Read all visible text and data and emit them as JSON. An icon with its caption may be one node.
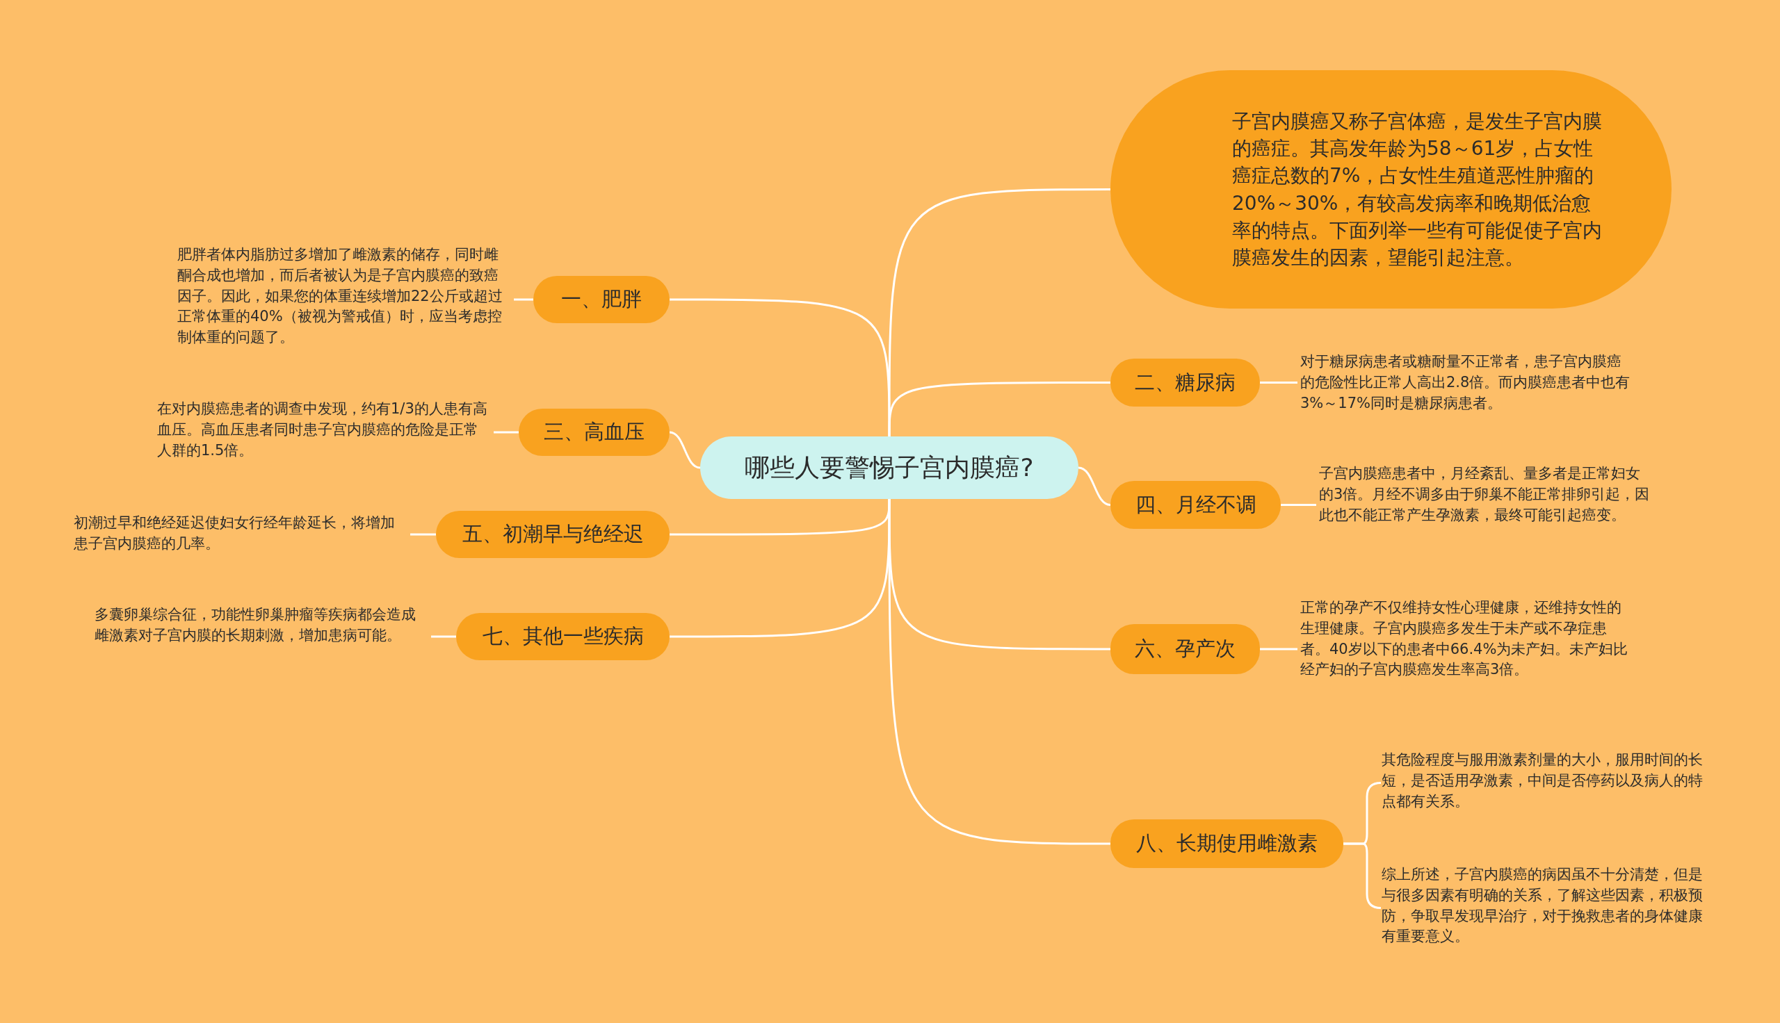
{
  "diagram": {
    "nodes": [
      {
        "text": [
          "哪些人要警惕子宫内膜癌?"
        ]
      },
      {
        "text": [
          "子宫内膜癌又称子宫体癌，是发生子宫内膜的癌症。其高发年龄为58～61岁，占女性癌症总数的7%，占女性生殖道恶性肿瘤的20%～30%，有较高发病率和晚期低治愈率的特点。下面列举一些有可能促使子宫内膜癌发生的因素，望能引起注意。"
        ]
      },
      {
        "text": [
          "一、肥胖"
        ]
      },
      {
        "text": [
          "肥胖者体内脂肪过多增加了雌激素的储存，同时雌酮合成也增加，而后者被认为是子宫内膜癌的致癌因子。因此，如果您的体重连续增加22公斤或超过正常体重的40%（被视为警戒值）时，应当考虑控制体重的问题了。"
        ]
      },
      {
        "text": [
          "二、糖尿病"
        ]
      },
      {
        "text": [
          "对于糖尿病患者或糖耐量不正常者，患子宫内膜癌的危险性比正常人高出2.8倍。而内膜癌患者中也有3%～17%同时是糖尿病患者。"
        ]
      },
      {
        "text": [
          "三、高血压"
        ]
      },
      {
        "text": [
          "在对内膜癌患者的调查中发现，约有1/3的人患有高血压。高血压患者同时患子宫内膜癌的危险是正常人群的1.5倍。"
        ]
      },
      {
        "text": [
          "四、月经不调"
        ]
      },
      {
        "text": [
          "子宫内膜癌患者中，月经紊乱、量多者是正常妇女的3倍。月经不调多由于卵巢不能正常排卵引起，因此也不能正常产生孕激素，最终可能引起癌变。"
        ]
      },
      {
        "text": [
          "五、初潮早与绝经迟"
        ]
      },
      {
        "text": [
          "初潮过早和绝经延迟使妇女行经年龄延长，将增加患子宫内膜癌的几率。"
        ]
      },
      {
        "text": [
          "六、孕产次"
        ]
      },
      {
        "text": [
          "正常的孕产不仅维持女性心理健康，还维持女性的生理健康。子宫内膜癌多发生于未产或不孕症患者。40岁以下的患者中66.4%为未产妇。未产妇比经产妇的子宫内膜癌发生率高3倍。"
        ]
      },
      {
        "text": [
          "七、其他一些疾病"
        ]
      },
      {
        "text": [
          "多囊卵巢综合征，功能性卵巢肿瘤等疾病都会造成雌激素对子宫内膜的长期刺激，增加患病可能。"
        ]
      },
      {
        "text": [
          "八、长期使用雌激素"
        ]
      },
      {
        "text": [
          "其危险程度与服用激素剂量的大小，服用时间的长短，是否适用孕激素，中间是否停药以及病人的特点都有关系。"
        ]
      },
      {
        "text": [
          "综上所述，子宫内膜癌的病因虽不十分清楚，但是与很多因素有明确的关系，了解这些因素，积极预防，争取早发现早治疗，对于挽救患者的身体健康有重要意义。"
        ]
      }
    ],
    "edges": [
      {
        "from": 0,
        "to": 1,
        "arrow": "none"
      },
      {
        "from": 0,
        "to": 2,
        "arrow": "none"
      },
      {
        "from": 2,
        "to": 3,
        "arrow": "none"
      },
      {
        "from": 0,
        "to": 4,
        "arrow": "none"
      },
      {
        "from": 4,
        "to": 5,
        "arrow": "none"
      },
      {
        "from": 0,
        "to": 6,
        "arrow": "none"
      },
      {
        "from": 6,
        "to": 7,
        "arrow": "none"
      },
      {
        "from": 0,
        "to": 8,
        "arrow": "none"
      },
      {
        "from": 8,
        "to": 9,
        "arrow": "none"
      },
      {
        "from": 0,
        "to": 10,
        "arrow": "none"
      },
      {
        "from": 10,
        "to": 11,
        "arrow": "none"
      },
      {
        "from": 0,
        "to": 12,
        "arrow": "none"
      },
      {
        "from": 12,
        "to": 13,
        "arrow": "none"
      },
      {
        "from": 0,
        "to": 14,
        "arrow": "none"
      },
      {
        "from": 14,
        "to": 15,
        "arrow": "none"
      },
      {
        "from": 0,
        "to": 16,
        "arrow": "none"
      },
      {
        "from": 16,
        "to": 17,
        "arrow": "none"
      },
      {
        "from": 16,
        "to": 18,
        "arrow": "none"
      }
    ]
  }
}
